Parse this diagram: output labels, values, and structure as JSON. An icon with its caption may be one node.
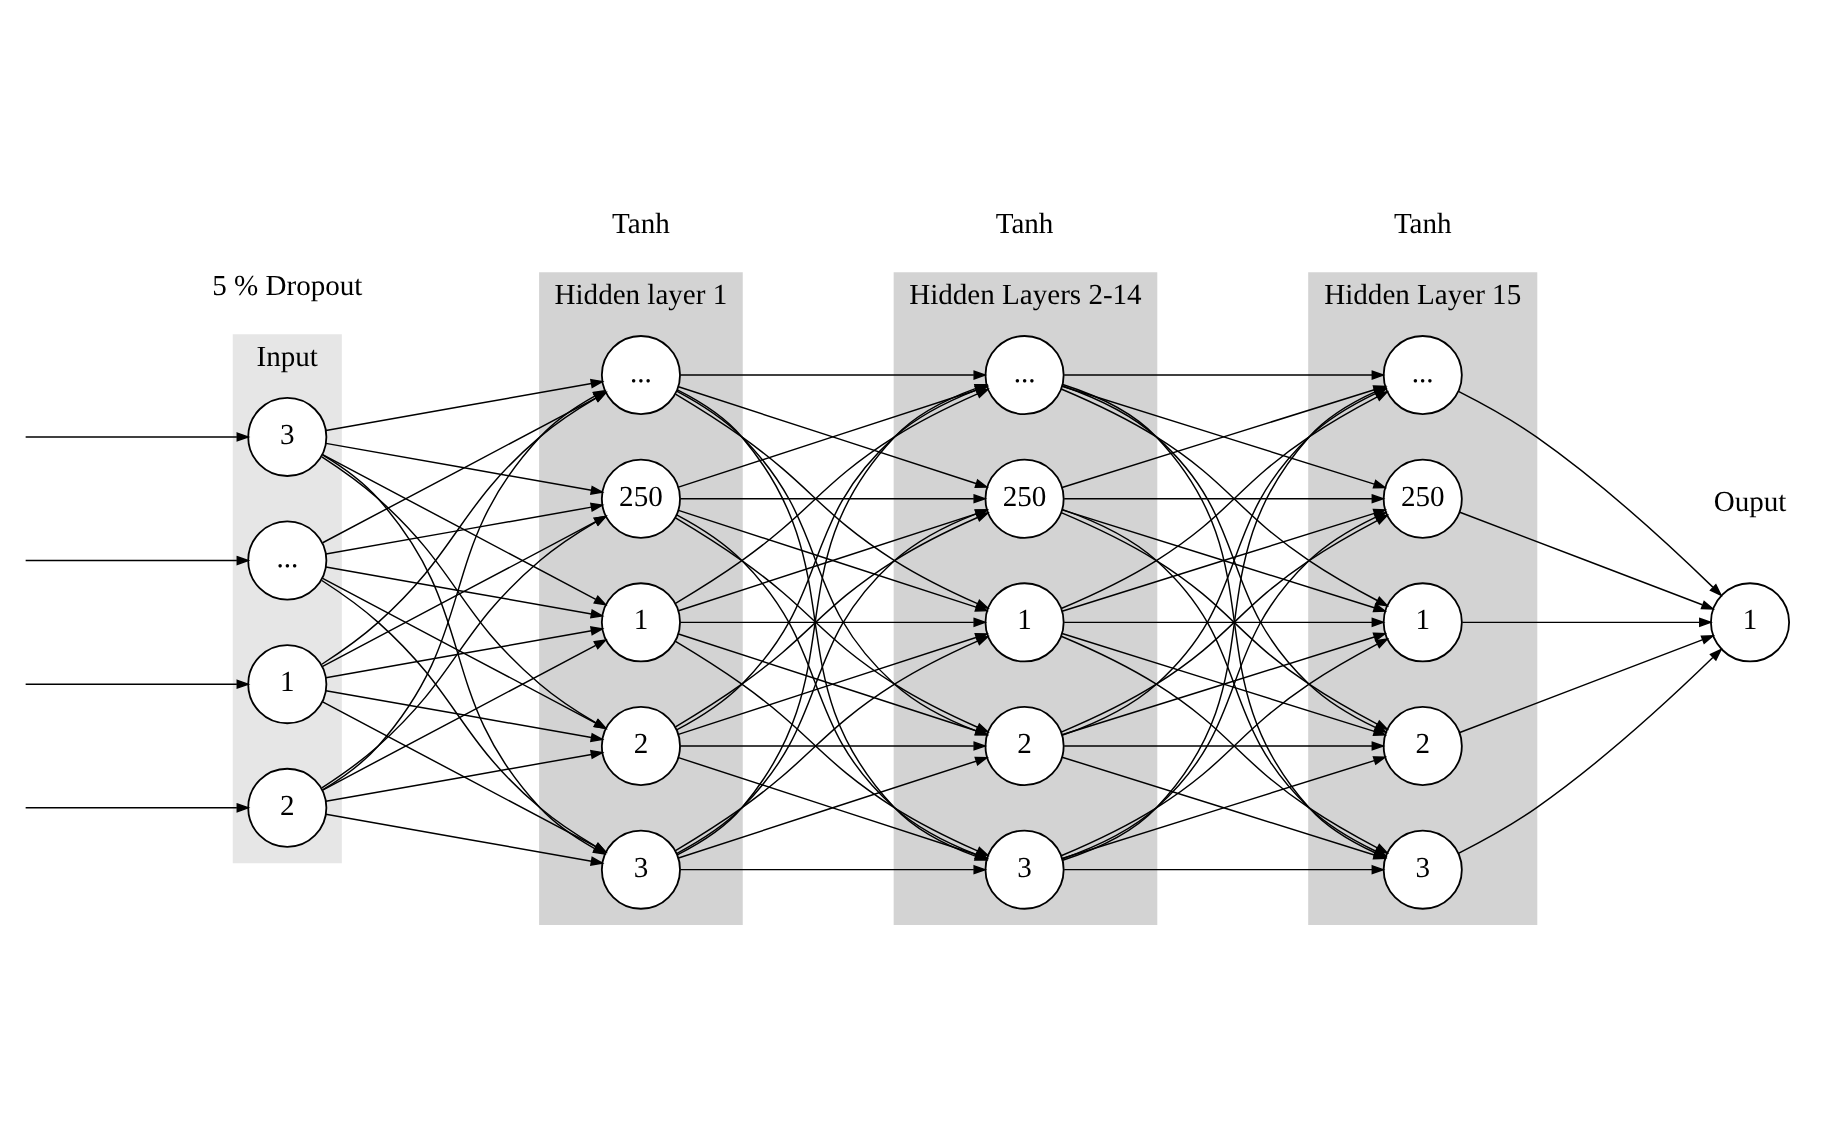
{
  "diagram": {
    "nodes": [
      {
        "text": [
          "Input"
        ],
        "beside": [
          "5 % Dropout"
        ]
      },
      {
        "text": [
          "1"
        ],
        "in": 0
      },
      {
        "text": [
          "2"
        ],
        "in": 0
      },
      {
        "text": [
          "3"
        ],
        "in": 0
      },
      {
        "text": [
          "..."
        ],
        "in": 0
      },
      {
        "text": [
          "Hidden layer 1"
        ],
        "beside": [
          "Tanh"
        ]
      },
      {
        "text": [
          "1"
        ],
        "in": 5
      },
      {
        "text": [
          "2"
        ],
        "in": 5
      },
      {
        "text": [
          "3"
        ],
        "in": 5
      },
      {
        "text": [
          "..."
        ],
        "in": 5
      },
      {
        "text": [
          "250"
        ],
        "in": 5
      },
      {
        "text": [
          "Hidden Layers 2-14"
        ],
        "beside": [
          "Tanh"
        ]
      },
      {
        "text": [
          "1"
        ],
        "in": 11
      },
      {
        "text": [
          "2"
        ],
        "in": 11
      },
      {
        "text": [
          "3"
        ],
        "in": 11
      },
      {
        "text": [
          "..."
        ],
        "in": 11
      },
      {
        "text": [
          "250"
        ],
        "in": 11
      },
      {
        "text": [
          "Hidden Layer 15"
        ],
        "beside": [
          "Tanh"
        ]
      },
      {
        "text": [
          "1"
        ],
        "in": 17
      },
      {
        "text": [
          "2"
        ],
        "in": 17
      },
      {
        "text": [
          "3"
        ],
        "in": 17
      },
      {
        "text": [
          "..."
        ],
        "in": 17
      },
      {
        "text": [
          "250"
        ],
        "in": 17
      },
      {
        "text": [
          "1"
        ]
      }
    ],
    "edges": [
      {
        "from": null,
        "to": 1,
        "arrow": "to"
      },
      {
        "from": null,
        "to": 2,
        "arrow": "to"
      },
      {
        "from": null,
        "to": 3,
        "arrow": "to"
      },
      {
        "from": null,
        "to": 4,
        "arrow": "to"
      },
      {
        "from": 1,
        "to": 6,
        "arrow": "to"
      },
      {
        "from": 1,
        "to": 7,
        "arrow": "to"
      },
      {
        "from": 1,
        "to": 8,
        "arrow": "to"
      },
      {
        "from": 1,
        "to": 9,
        "arrow": "to"
      },
      {
        "from": 1,
        "to": 10,
        "arrow": "to"
      },
      {
        "from": 2,
        "to": 6,
        "arrow": "to"
      },
      {
        "from": 2,
        "to": 7,
        "arrow": "to"
      },
      {
        "from": 2,
        "to": 8,
        "arrow": "to"
      },
      {
        "from": 2,
        "to": 9,
        "arrow": "to"
      },
      {
        "from": 2,
        "to": 10,
        "arrow": "to"
      },
      {
        "from": 3,
        "to": 6,
        "arrow": "to"
      },
      {
        "from": 3,
        "to": 7,
        "arrow": "to"
      },
      {
        "from": 3,
        "to": 8,
        "arrow": "to"
      },
      {
        "from": 3,
        "to": 9,
        "arrow": "to"
      },
      {
        "from": 3,
        "to": 10,
        "arrow": "to"
      },
      {
        "from": 4,
        "to": 6,
        "arrow": "to"
      },
      {
        "from": 4,
        "to": 7,
        "arrow": "to"
      },
      {
        "from": 4,
        "to": 8,
        "arrow": "to"
      },
      {
        "from": 4,
        "to": 9,
        "arrow": "to"
      },
      {
        "from": 4,
        "to": 10,
        "arrow": "to"
      },
      {
        "from": 6,
        "to": 12,
        "arrow": "to"
      },
      {
        "from": 6,
        "to": 13,
        "arrow": "to"
      },
      {
        "from": 6,
        "to": 14,
        "arrow": "to"
      },
      {
        "from": 6,
        "to": 15,
        "arrow": "to"
      },
      {
        "from": 6,
        "to": 16,
        "arrow": "to"
      },
      {
        "from": 7,
        "to": 12,
        "arrow": "to"
      },
      {
        "from": 7,
        "to": 13,
        "arrow": "to"
      },
      {
        "from": 7,
        "to": 14,
        "arrow": "to"
      },
      {
        "from": 7,
        "to": 15,
        "arrow": "to"
      },
      {
        "from": 7,
        "to": 16,
        "arrow": "to"
      },
      {
        "from": 8,
        "to": 12,
        "arrow": "to"
      },
      {
        "from": 8,
        "to": 13,
        "arrow": "to"
      },
      {
        "from": 8,
        "to": 14,
        "arrow": "to"
      },
      {
        "from": 8,
        "to": 15,
        "arrow": "to"
      },
      {
        "from": 8,
        "to": 16,
        "arrow": "to"
      },
      {
        "from": 9,
        "to": 12,
        "arrow": "to"
      },
      {
        "from": 9,
        "to": 13,
        "arrow": "to"
      },
      {
        "from": 9,
        "to": 14,
        "arrow": "to"
      },
      {
        "from": 9,
        "to": 15,
        "arrow": "to"
      },
      {
        "from": 9,
        "to": 16,
        "arrow": "to"
      },
      {
        "from": 10,
        "to": 12,
        "arrow": "to"
      },
      {
        "from": 10,
        "to": 13,
        "arrow": "to"
      },
      {
        "from": 10,
        "to": 14,
        "arrow": "to"
      },
      {
        "from": 10,
        "to": 15,
        "arrow": "to"
      },
      {
        "from": 10,
        "to": 16,
        "arrow": "to"
      },
      {
        "from": 12,
        "to": 18,
        "arrow": "to"
      },
      {
        "from": 12,
        "to": 19,
        "arrow": "to"
      },
      {
        "from": 12,
        "to": 20,
        "arrow": "to"
      },
      {
        "from": 12,
        "to": 21,
        "arrow": "to"
      },
      {
        "from": 12,
        "to": 22,
        "arrow": "to"
      },
      {
        "from": 13,
        "to": 18,
        "arrow": "to"
      },
      {
        "from": 13,
        "to": 19,
        "arrow": "to"
      },
      {
        "from": 13,
        "to": 20,
        "arrow": "to"
      },
      {
        "from": 13,
        "to": 21,
        "arrow": "to"
      },
      {
        "from": 13,
        "to": 22,
        "arrow": "to"
      },
      {
        "from": 14,
        "to": 18,
        "arrow": "to"
      },
      {
        "from": 14,
        "to": 19,
        "arrow": "to"
      },
      {
        "from": 14,
        "to": 20,
        "arrow": "to"
      },
      {
        "from": 14,
        "to": 21,
        "arrow": "to"
      },
      {
        "from": 14,
        "to": 22,
        "arrow": "to"
      },
      {
        "from": 15,
        "to": 18,
        "arrow": "to"
      },
      {
        "from": 15,
        "to": 19,
        "arrow": "to"
      },
      {
        "from": 15,
        "to": 20,
        "arrow": "to"
      },
      {
        "from": 15,
        "to": 21,
        "arrow": "to"
      },
      {
        "from": 15,
        "to": 22,
        "arrow": "to"
      },
      {
        "from": 16,
        "to": 18,
        "arrow": "to"
      },
      {
        "from": 16,
        "to": 19,
        "arrow": "to"
      },
      {
        "from": 16,
        "to": 20,
        "arrow": "to"
      },
      {
        "from": 16,
        "to": 21,
        "arrow": "to"
      },
      {
        "from": 16,
        "to": 22,
        "arrow": "to"
      },
      {
        "from": 18,
        "to": 23,
        "arrow": "to"
      },
      {
        "from": 19,
        "to": 23,
        "arrow": "to"
      },
      {
        "from": 20,
        "to": 23,
        "arrow": "to"
      },
      {
        "from": 21,
        "to": 23,
        "arrow": "to"
      },
      {
        "from": 22,
        "to": 23,
        "arrow": "to"
      }
    ],
    "labels": [
      "Ouput"
    ]
  }
}
